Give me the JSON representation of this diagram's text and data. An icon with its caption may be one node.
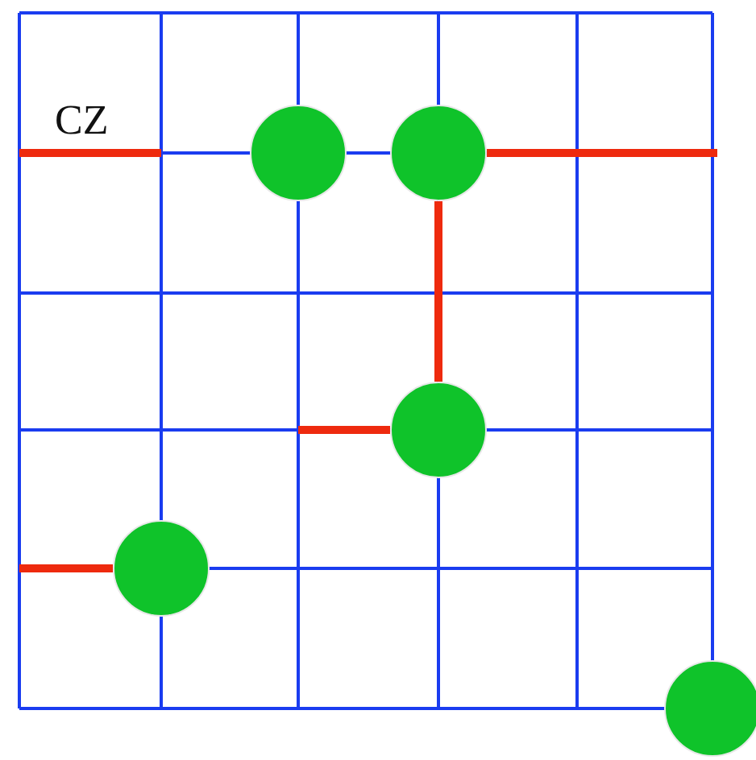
{
  "diagram": {
    "nodes": [
      {
        "text": [],
        "shape": "circle"
      },
      {
        "text": [],
        "shape": "circle"
      },
      {
        "text": [],
        "shape": "circle"
      },
      {
        "text": [],
        "shape": "circle"
      },
      {
        "text": [],
        "shape": "circle"
      }
    ],
    "edges": [
      {
        "from": null,
        "to": 2,
        "arrow": "none"
      },
      {
        "from": 2,
        "to": 1,
        "arrow": "none"
      },
      {
        "from": 1,
        "to": null,
        "arrow": "none"
      },
      {
        "from": null,
        "to": 3,
        "arrow": "none"
      }
    ],
    "labels": [
      "CZ"
    ]
  }
}
